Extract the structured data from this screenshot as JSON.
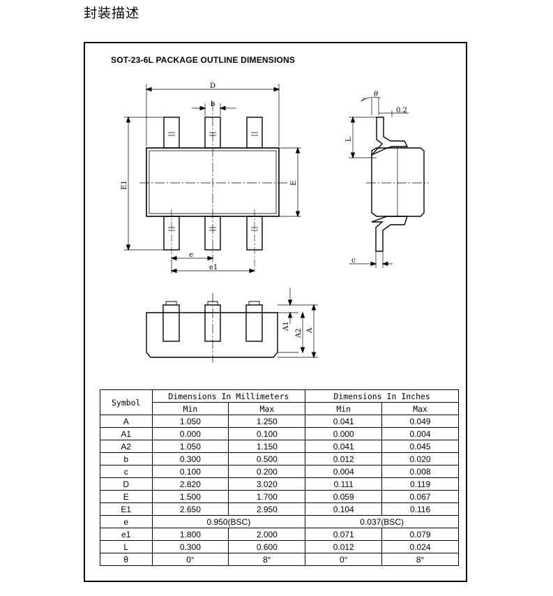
{
  "heading": "封装描述",
  "drawing": {
    "title": "SOT-23-6L PACKAGE OUTLINE DIMENSIONS",
    "labels": {
      "D": "D",
      "b": "b",
      "E1": "E1",
      "E": "E",
      "e": "e",
      "e1": "e1",
      "theta": "θ",
      "gauge": "0.2",
      "L": "L",
      "c": "c",
      "A1": "A1",
      "A2": "A2",
      "A": "A"
    }
  },
  "table": {
    "headers": {
      "symbol": "Symbol",
      "mm": "Dimensions In Millimeters",
      "inch": "Dimensions In Inches",
      "min": "Min",
      "max": "Max"
    },
    "rows": [
      {
        "symbol": "A",
        "mm_min": "1.050",
        "mm_max": "1.250",
        "in_min": "0.041",
        "in_max": "0.049"
      },
      {
        "symbol": "A1",
        "mm_min": "0.000",
        "mm_max": "0.100",
        "in_min": "0.000",
        "in_max": "0.004"
      },
      {
        "symbol": "A2",
        "mm_min": "1.050",
        "mm_max": "1.150",
        "in_min": "0.041",
        "in_max": "0.045"
      },
      {
        "symbol": "b",
        "mm_min": "0.300",
        "mm_max": "0.500",
        "in_min": "0.012",
        "in_max": "0.020"
      },
      {
        "symbol": "c",
        "mm_min": "0.100",
        "mm_max": "0.200",
        "in_min": "0.004",
        "in_max": "0.008"
      },
      {
        "symbol": "D",
        "mm_min": "2.820",
        "mm_max": "3.020",
        "in_min": "0.111",
        "in_max": "0.119"
      },
      {
        "symbol": "E",
        "mm_min": "1.500",
        "mm_max": "1.700",
        "in_min": "0.059",
        "in_max": "0.067"
      },
      {
        "symbol": "E1",
        "mm_min": "2.650",
        "mm_max": "2.950",
        "in_min": "0.104",
        "in_max": "0.116"
      },
      {
        "symbol": "e",
        "mm_span": "0.950(BSC)",
        "in_span": "0.037(BSC)"
      },
      {
        "symbol": "e1",
        "mm_min": "1.800",
        "mm_max": "2.000",
        "in_min": "0.071",
        "in_max": "0.079"
      },
      {
        "symbol": "L",
        "mm_min": "0.300",
        "mm_max": "0.600",
        "in_min": "0.012",
        "in_max": "0.024"
      },
      {
        "symbol": "θ",
        "mm_min": "0°",
        "mm_max": "8°",
        "in_min": "0°",
        "in_max": "8°"
      }
    ]
  }
}
